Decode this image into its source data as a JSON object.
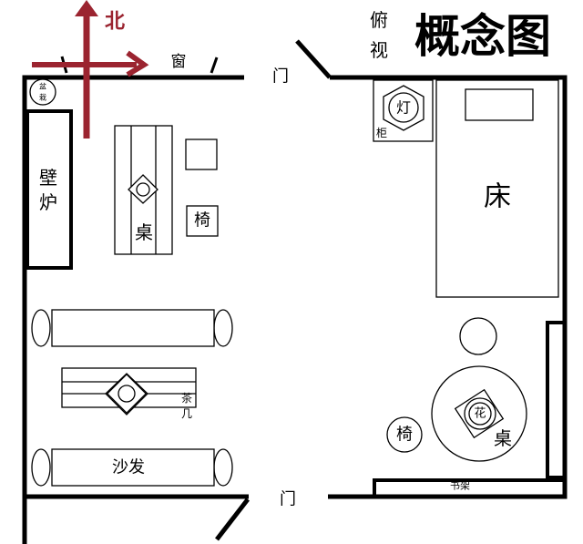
{
  "title": {
    "prefix_1": "俯",
    "prefix_2": "视",
    "main": "概念图"
  },
  "compass": {
    "north": "北",
    "color": "#9b2430"
  },
  "labels": {
    "window": "窗",
    "door_top": "门",
    "door_bottom": "门",
    "plant_1": "盆",
    "plant_2": "栽",
    "fireplace_1": "壁",
    "fireplace_2": "炉",
    "desk": "桌",
    "chair_left": "椅",
    "coffee_table_1": "茶",
    "coffee_table_2": "几",
    "sofa": "沙发",
    "lamp": "灯",
    "cabinet": "柜",
    "bed": "床",
    "flower": "花",
    "round_table": "桌",
    "chair_right": "椅",
    "bookshelf": "书架"
  }
}
